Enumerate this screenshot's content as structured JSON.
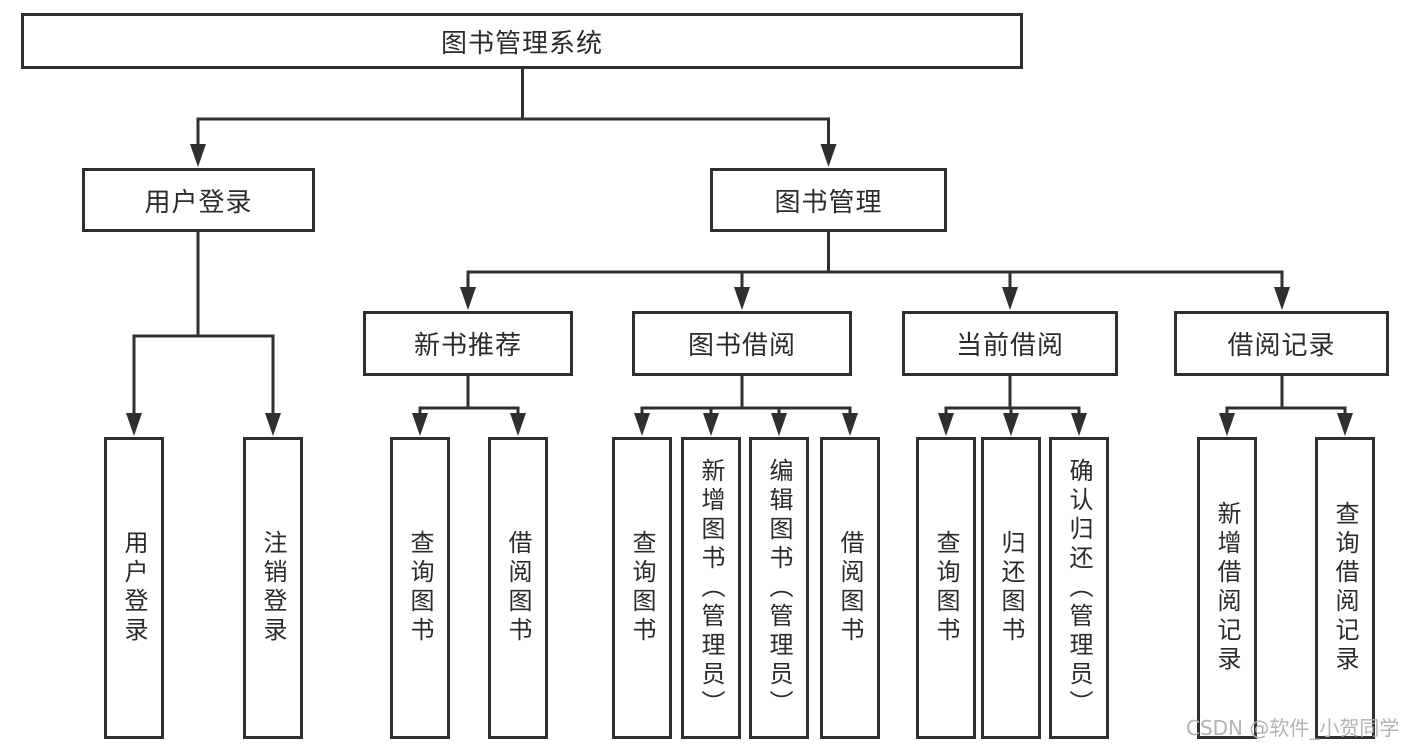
{
  "tree": {
    "label": "图书管理系统",
    "children": [
      {
        "label": "用户登录",
        "children": [
          {
            "label": "用户登录"
          },
          {
            "label": "注销登录"
          }
        ]
      },
      {
        "label": "图书管理",
        "children": [
          {
            "label": "新书推荐",
            "children": [
              {
                "label": "查询图书"
              },
              {
                "label": "借阅图书"
              }
            ]
          },
          {
            "label": "图书借阅",
            "children": [
              {
                "label": "查询图书"
              },
              {
                "label": "新增图书（管理员）"
              },
              {
                "label": "编辑图书（管理员）"
              },
              {
                "label": "借阅图书"
              }
            ]
          },
          {
            "label": "当前借阅",
            "children": [
              {
                "label": "查询图书"
              },
              {
                "label": "归还图书"
              },
              {
                "label": "确认归还（管理员）"
              }
            ]
          },
          {
            "label": "借阅记录",
            "children": [
              {
                "label": "新增借阅记录"
              },
              {
                "label": "查询借阅记录"
              }
            ]
          }
        ]
      }
    ]
  },
  "watermark": {
    "text": "CSDN @软件_小贺同学"
  },
  "colors": {
    "line": "#2f2f2f",
    "text": "#2b2b2b",
    "background": "#ffffff",
    "watermark": "#b3b3b3"
  }
}
